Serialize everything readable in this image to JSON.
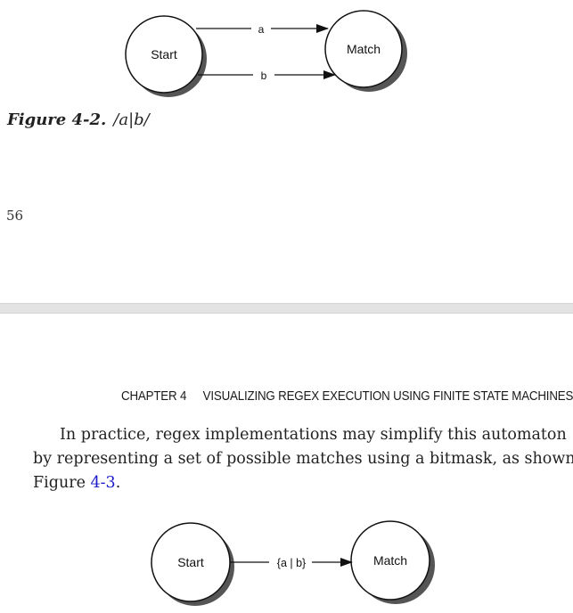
{
  "figure_top": {
    "start_label": "Start",
    "match_label": "Match",
    "edge_a": "a",
    "edge_b": "b"
  },
  "caption": {
    "label": "Figure 4-2.",
    "text": "/a|b/"
  },
  "page_number": "56",
  "running_header": {
    "chapter": "CHAPTER 4",
    "title": "VISUALIZING REGEX EXECUTION USING FINITE STATE MACHINES"
  },
  "paragraph": {
    "line1": "In practice, regex implementations may simplify this automaton",
    "line2": "by representing a set of possible matches using a bitmask, as shown in",
    "line3_prefix": "Figure ",
    "line3_link": "4-3",
    "line3_suffix": "."
  },
  "figure_bottom": {
    "start_label": "Start",
    "match_label": "Match",
    "edge_label": "{a | b}"
  }
}
